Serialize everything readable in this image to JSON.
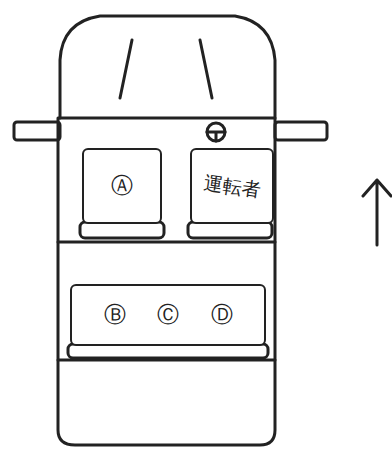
{
  "diagram": {
    "nodes": [
      {
        "text": [
          "Ⓐ"
        ]
      },
      {
        "text": [
          "運転者"
        ]
      },
      {
        "text": [
          "Ⓑ",
          "Ⓒ",
          "Ⓓ"
        ]
      }
    ]
  }
}
